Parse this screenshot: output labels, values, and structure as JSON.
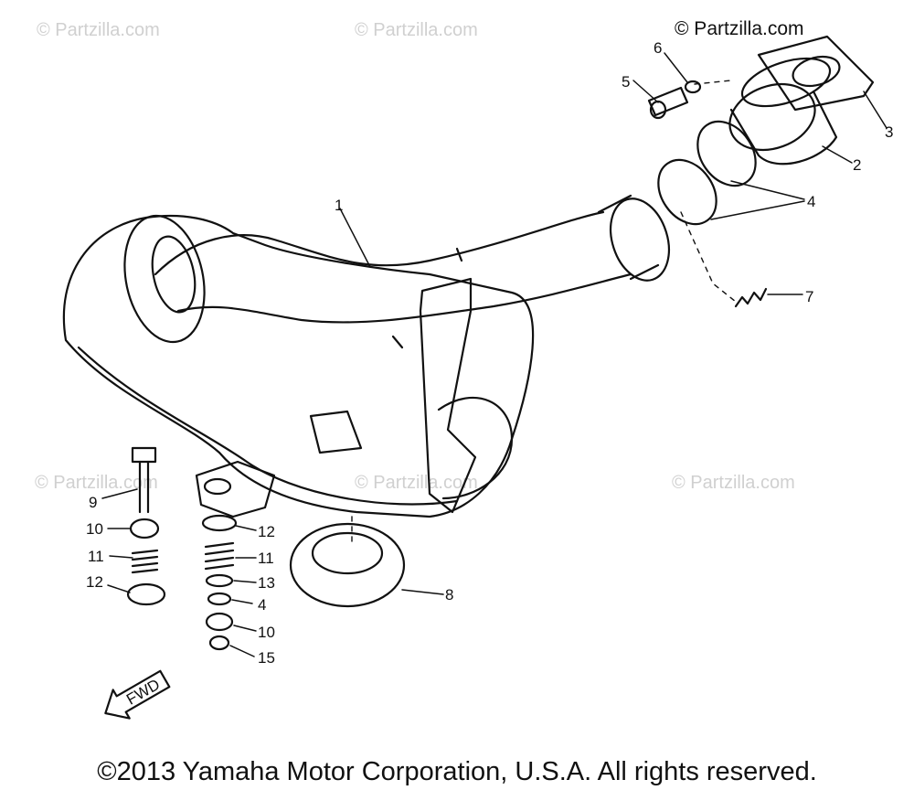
{
  "watermarks": {
    "partzilla": "© Partzilla.com"
  },
  "callouts": {
    "c1": "1",
    "c2": "2",
    "c3": "3",
    "c4a": "4",
    "c4b": "4",
    "c5": "5",
    "c6": "6",
    "c7": "7",
    "c8": "8",
    "c9": "9",
    "c10a": "10",
    "c10b": "10",
    "c11a": "11",
    "c11b": "11",
    "c12a": "12",
    "c12b": "12",
    "c13": "13",
    "c15": "15"
  },
  "fwd_label": "FWD",
  "copyright": "©2013 Yamaha Motor Corporation, U.S.A. All rights reserved.",
  "colors": {
    "ink": "#111111",
    "watermark": "#d0d0d0",
    "background": "#ffffff"
  }
}
